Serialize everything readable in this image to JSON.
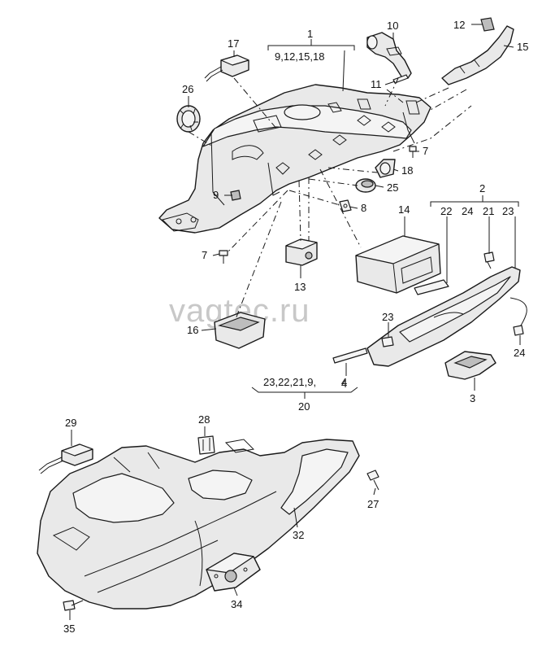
{
  "watermark": "vagtec.ru",
  "callouts": {
    "c1": "1",
    "c1_sub": "9,12,15,18",
    "c2": "2",
    "c2_sub": [
      "22",
      "24",
      "21",
      "23"
    ],
    "c3": "3",
    "c4": "4",
    "c7a": "7",
    "c7b": "7",
    "c8": "8",
    "c9": "9",
    "c10": "10",
    "c11": "11",
    "c12": "12",
    "c13": "13",
    "c14": "14",
    "c15": "15",
    "c16": "16",
    "c17": "17",
    "c18": "18",
    "c20": "20",
    "c20_sub": "23,22,21,9,",
    "c20_sub2": "4",
    "c23": "23",
    "c24": "24",
    "c25": "25",
    "c26": "26",
    "c27": "27",
    "c28": "28",
    "c29": "29",
    "c32": "32",
    "c34": "34",
    "c35": "35"
  }
}
